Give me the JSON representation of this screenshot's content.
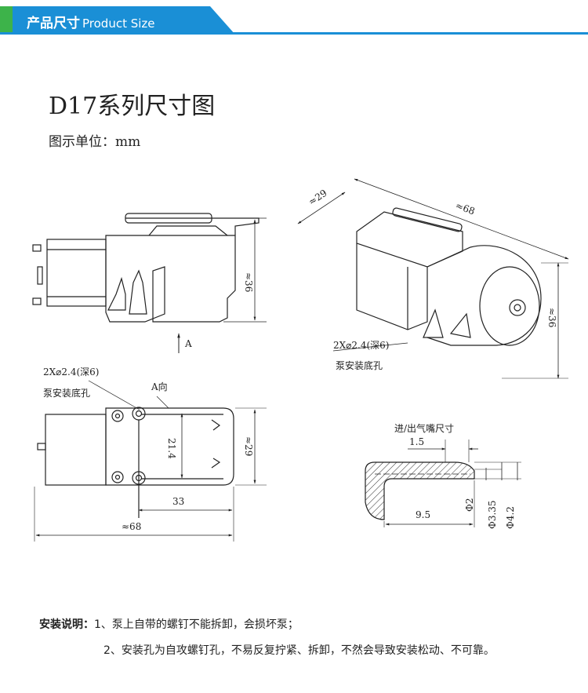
{
  "header": {
    "title_cn": "产品尺寸",
    "title_en": "Product Size",
    "tab_color": "#1a8fd6",
    "accent_color": "#3db34a"
  },
  "page": {
    "title": "D17系列尺寸图",
    "unit_label": "图示单位：mm"
  },
  "diagram": {
    "side_view": {
      "height_dim": "≈36",
      "view_arrow_label": "A"
    },
    "iso_view": {
      "width_dim": "≈29",
      "length_dim": "≈68",
      "height_dim": "≈36",
      "hole_note": "2X⌀2.4(深6)",
      "hole_label": "泵安装底孔"
    },
    "bottom_view": {
      "hole_note": "2X⌀2.4(深6)",
      "hole_label": "泵安装底孔",
      "view_label": "A向",
      "hole_spacing": "21.4",
      "width_dim": "≈29",
      "hole_offset": "33",
      "length_dim": "≈68"
    },
    "nozzle": {
      "title": "进/出气嘴尺寸",
      "tip_length": "1.5",
      "length": "9.5",
      "d_inner": "Φ2",
      "d_outer": "Φ3.35",
      "d_barb": "Φ4.2"
    }
  },
  "notes": {
    "label": "安装说明：",
    "item1": "1、泵上自带的螺钉不能拆卸，会损坏泵；",
    "item2": "2、安装孔为自攻螺钉孔，不易反复拧紧、拆卸，不然会导致安装松动、不可靠。"
  }
}
